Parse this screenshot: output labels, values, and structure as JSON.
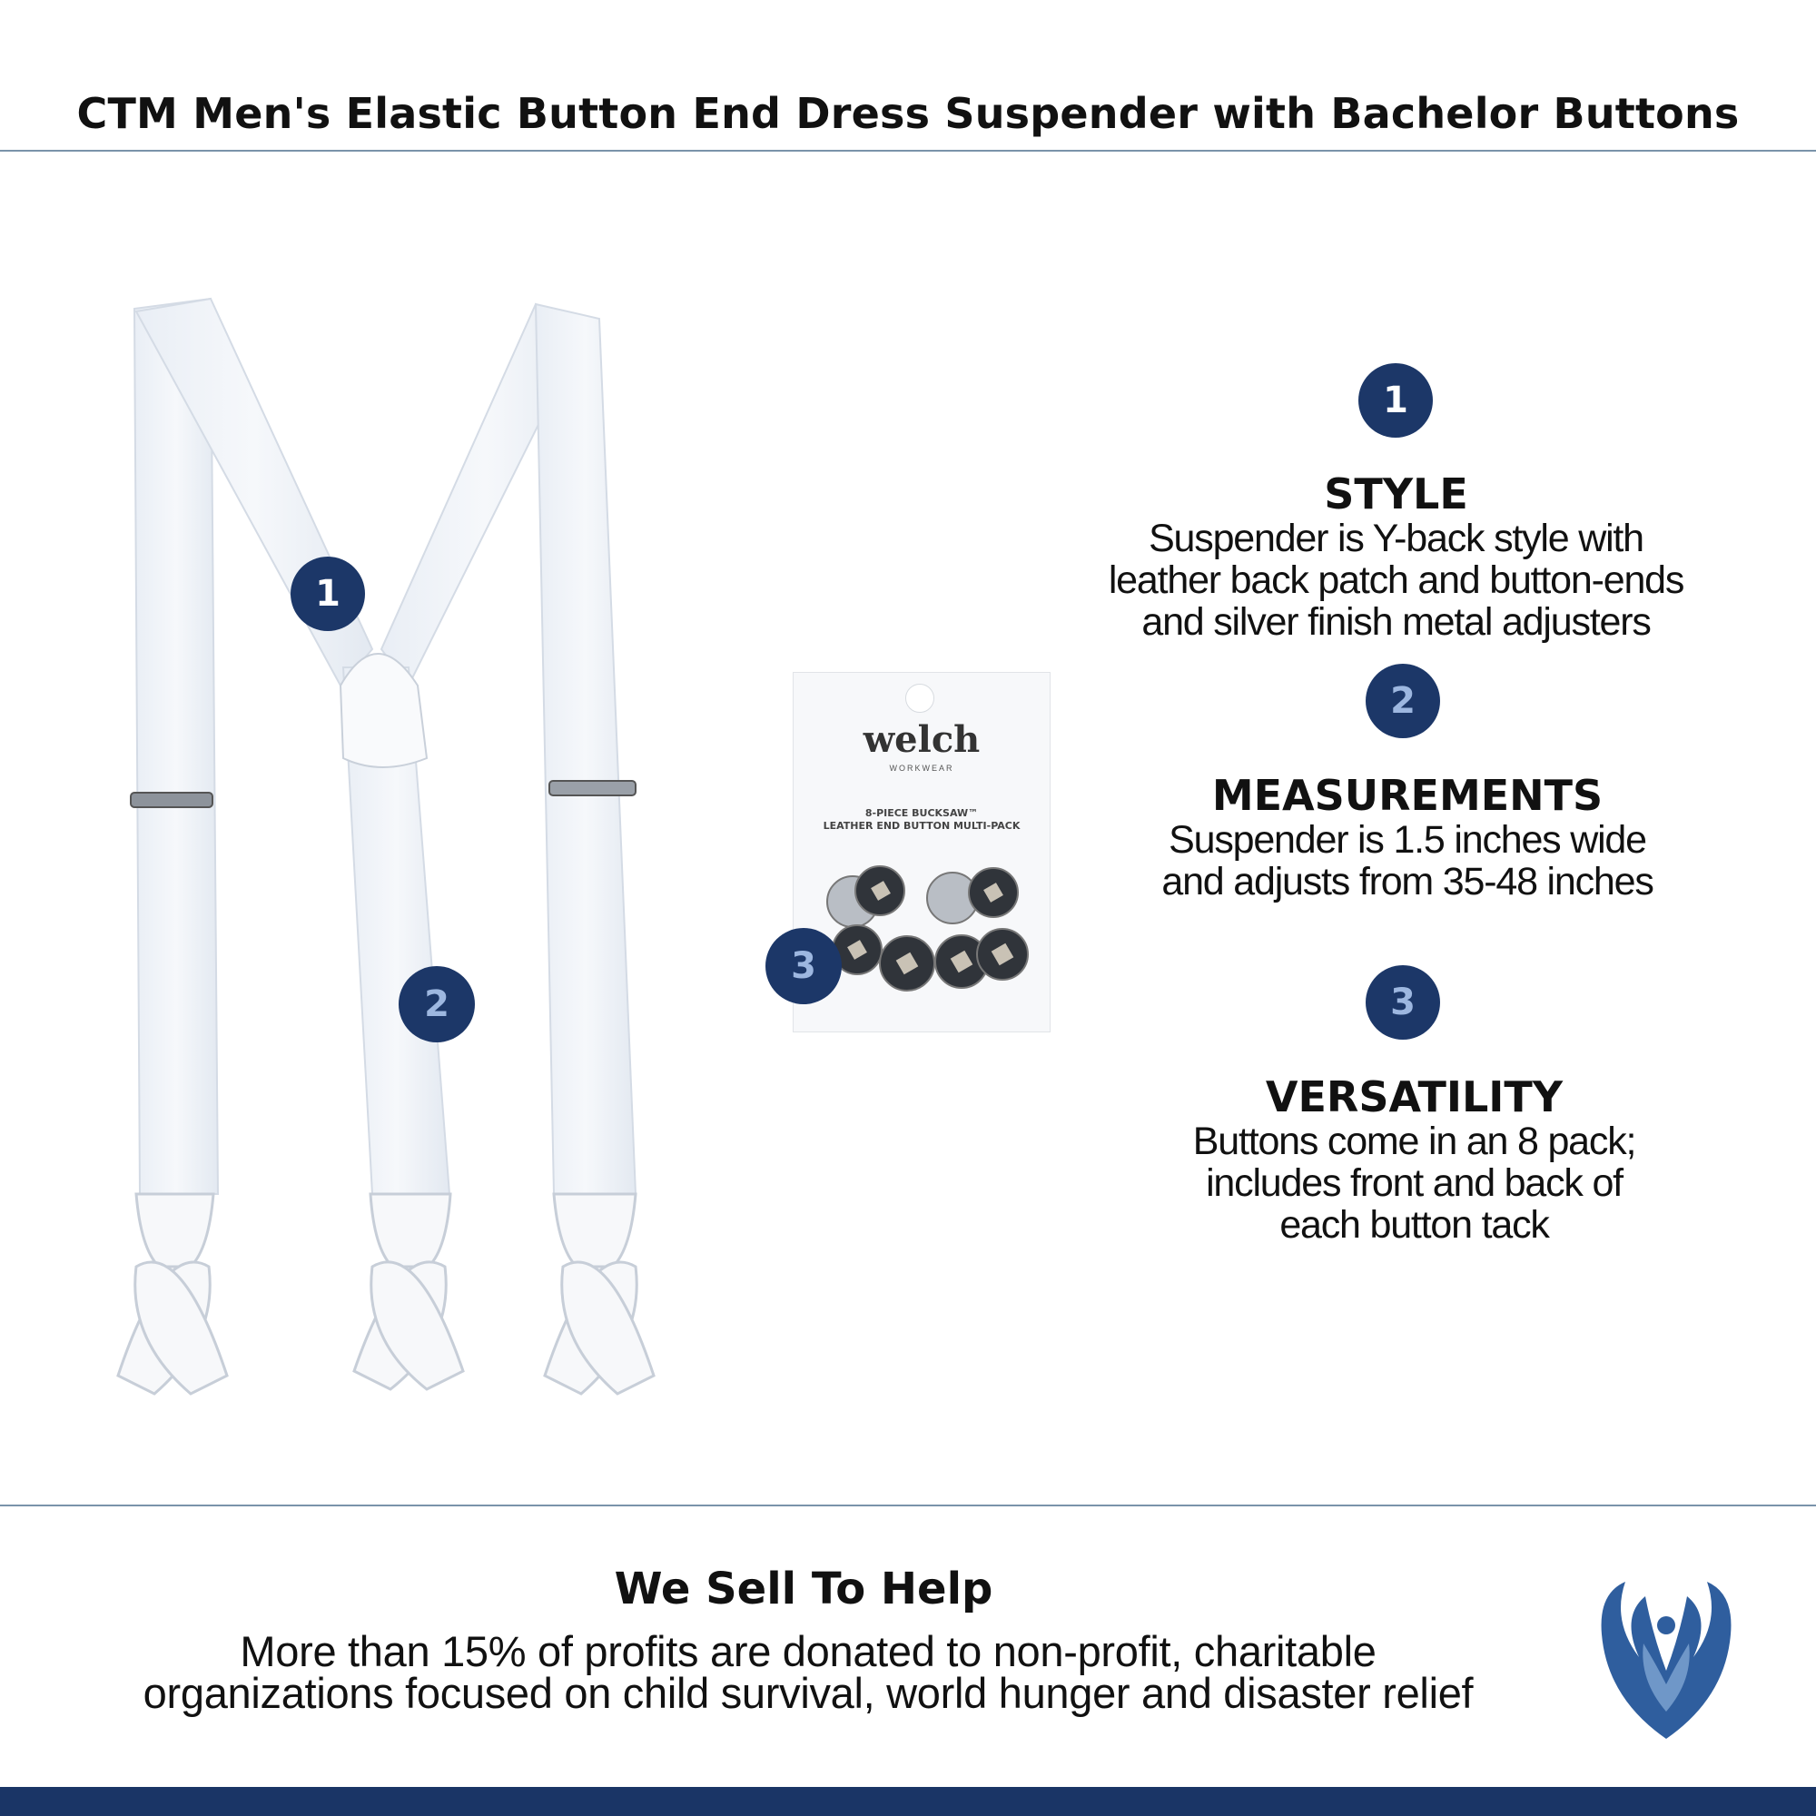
{
  "header": {
    "title": "CTM Men's Elastic Button End Dress Suspender with Bachelor Buttons"
  },
  "product": {
    "callouts": [
      "1",
      "2",
      "3"
    ],
    "button_pack": {
      "brand": "welch",
      "brand_sub": "WORKWEAR",
      "line1": "8-PIECE BUCKSAW™",
      "line2": "LEATHER END BUTTON MULTI-PACK"
    }
  },
  "features": [
    {
      "number": "1",
      "title": "STYLE",
      "lines": [
        "Suspender is Y-back style with",
        "leather back patch and button-ends",
        "and silver finish metal adjusters"
      ]
    },
    {
      "number": "2",
      "title": "MEASUREMENTS",
      "lines": [
        "Suspender is 1.5 inches wide",
        "and adjusts from 35-48 inches"
      ]
    },
    {
      "number": "3",
      "title": "VERSATILITY",
      "lines": [
        "Buttons come in an 8 pack;",
        "includes front and back of",
        "each button tack"
      ]
    }
  ],
  "help": {
    "title": "We Sell To Help",
    "lines": [
      "More than 15% of profits are donated to non-profit, charitable",
      "organizations focused on child survival, world hunger and disaster relief"
    ]
  },
  "colors": {
    "navy": "#1c3768",
    "rule": "#7a93aa",
    "footer": "#1a3566",
    "logo_blue": "#2f5e9e"
  }
}
